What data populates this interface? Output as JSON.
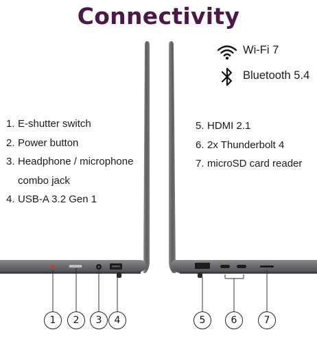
{
  "title": "Connectivity",
  "colors": {
    "title": "#4b1848",
    "laptop_body": "#6e6e70",
    "laptop_shade": "#8b8b8d",
    "text": "#1a1a1a"
  },
  "wireless": [
    {
      "icon": "wifi-icon",
      "label": "Wi-Fi 7"
    },
    {
      "icon": "bluetooth-icon",
      "label": "Bluetooth 5.4"
    }
  ],
  "left_list": [
    {
      "num": "1.",
      "text": "E-shutter switch"
    },
    {
      "num": "2.",
      "text": "Power button"
    },
    {
      "num": "3.",
      "text": "Headphone / microphone"
    },
    {
      "num": "",
      "text": "combo jack"
    },
    {
      "num": "4.",
      "text": "USB-A 3.2 Gen 1"
    }
  ],
  "right_list": [
    {
      "num": "5.",
      "text": "HDMI 2.1"
    },
    {
      "num": "6.",
      "text": "2x Thunderbolt 4"
    },
    {
      "num": "7.",
      "text": "microSD card reader"
    }
  ],
  "callouts": [
    "1",
    "2",
    "3",
    "4",
    "5",
    "6",
    "7"
  ]
}
